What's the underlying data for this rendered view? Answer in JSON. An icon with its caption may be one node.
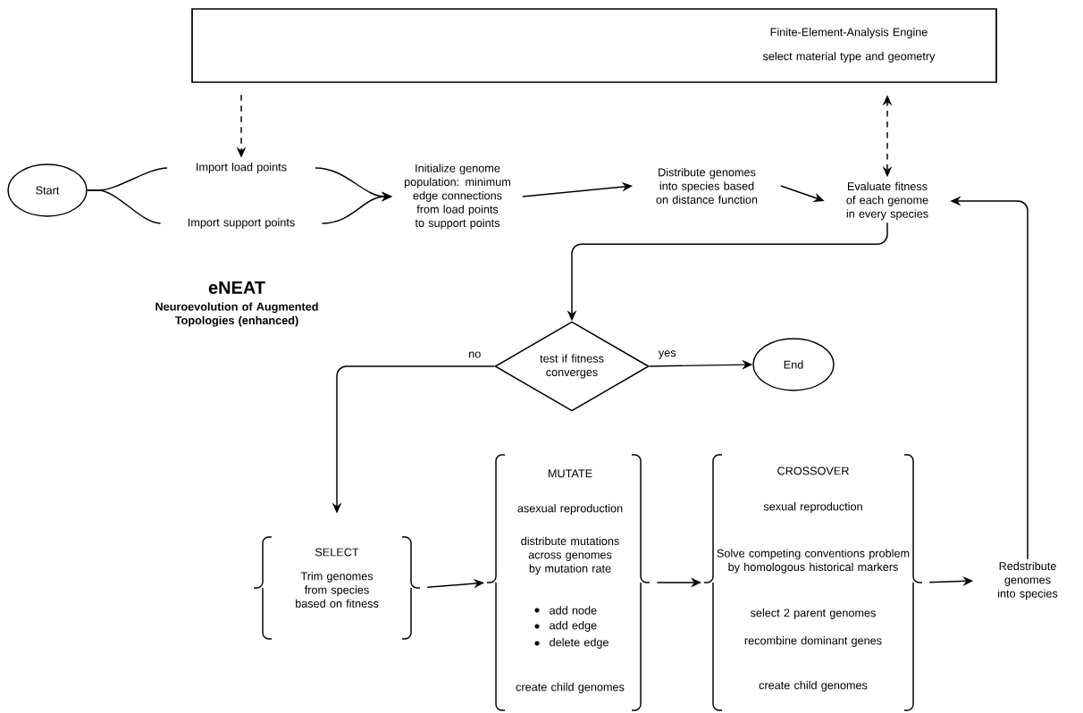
{
  "diagram": {
    "title": "eNEAT",
    "nodes": [
      {
        "text": [
          "Finite-Element-Analysis Engine",
          "select material type and geometry"
        ]
      },
      {
        "text": [
          "Start"
        ]
      },
      {
        "text": [
          "Import load points"
        ]
      },
      {
        "text": [
          "Import support points"
        ]
      },
      {
        "text": [
          "Initialize genome population: minimum edge connections from load points to support points"
        ]
      },
      {
        "text": [
          "Distribute genomes into species based on distance function"
        ]
      },
      {
        "text": [
          "Evaluate fitness of each genome in every species"
        ]
      },
      {
        "text": [
          "test if fitness converges"
        ]
      },
      {
        "text": [
          "End"
        ]
      },
      {
        "text": [
          "SELECT",
          "Trim genomes from species based on fitness"
        ]
      },
      {
        "text": [
          "MUTATE",
          "asexual reproduction",
          "distribute mutations across genomes by mutation rate",
          "add node",
          "add edge",
          "delete edge",
          "create child genomes"
        ]
      },
      {
        "text": [
          "CROSSOVER",
          "sexual reproduction",
          "Solve competing conventions problem by homologous historical markers",
          "select 2 parent genomes",
          "recombine dominant genes",
          "create child genomes"
        ]
      },
      {
        "text": [
          "Redstribute genomes into species"
        ]
      }
    ],
    "edges": [
      {
        "from": 0,
        "to": 2,
        "arrow": "to",
        "style": "dashed"
      },
      {
        "from": 1,
        "to": 2,
        "arrow": "none"
      },
      {
        "from": 1,
        "to": 3,
        "arrow": "none"
      },
      {
        "from": 2,
        "to": 4,
        "arrow": "to"
      },
      {
        "from": 3,
        "to": 4,
        "arrow": "to"
      },
      {
        "from": 4,
        "to": 5,
        "arrow": "to"
      },
      {
        "from": 5,
        "to": 6,
        "arrow": "to"
      },
      {
        "from": 6,
        "to": 0,
        "arrow": "both",
        "style": "dashed"
      },
      {
        "from": 6,
        "to": 7,
        "arrow": "to"
      },
      {
        "from": 7,
        "to": 9,
        "arrow": "to",
        "label": "no"
      },
      {
        "from": 7,
        "to": 8,
        "arrow": "to",
        "label": "yes"
      },
      {
        "from": 9,
        "to": 10,
        "arrow": "to"
      },
      {
        "from": 10,
        "to": 11,
        "arrow": "to"
      },
      {
        "from": 11,
        "to": 12,
        "arrow": "to"
      },
      {
        "from": 12,
        "to": 6,
        "arrow": "to"
      }
    ],
    "labels": [
      "Neuroevolution of Augmented Topologies (enhanced)"
    ]
  }
}
